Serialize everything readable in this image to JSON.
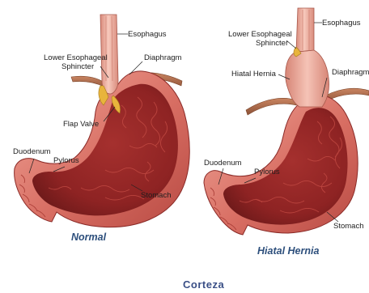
{
  "normal": {
    "caption": "Normal",
    "labels": {
      "esophagus": "Esophagus",
      "les_line1": "Lower Esophageal",
      "les_line2": "Sphincter",
      "diaphragm": "Diaphragm",
      "flap_valve": "Flap Valve",
      "duodenum": "Duodenum",
      "pylorus": "Pylorus",
      "stomach": "Stomach"
    }
  },
  "hernia": {
    "caption": "Hiatal Hernia",
    "labels": {
      "esophagus": "Esophagus",
      "les_line1": "Lower Esophageal",
      "les_line2": "Sphincter",
      "hiatal_hernia": "Hiatal Hernia",
      "diaphragm": "Diaphragm",
      "duodenum": "Duodenum",
      "pylorus": "Pylorus",
      "stomach": "Stomach"
    }
  },
  "brand": "Corteza",
  "colors": {
    "tissue_outer": "#c8574e",
    "tissue_inner": "#9c2a2a",
    "tissue_highlight": "#f2a59a",
    "esophagus": "#e8a393",
    "diaphragm": "#a66a4a",
    "sphincter": "#e8b43c",
    "caption": "#2d4f7c",
    "brand": "#3a4f86"
  }
}
